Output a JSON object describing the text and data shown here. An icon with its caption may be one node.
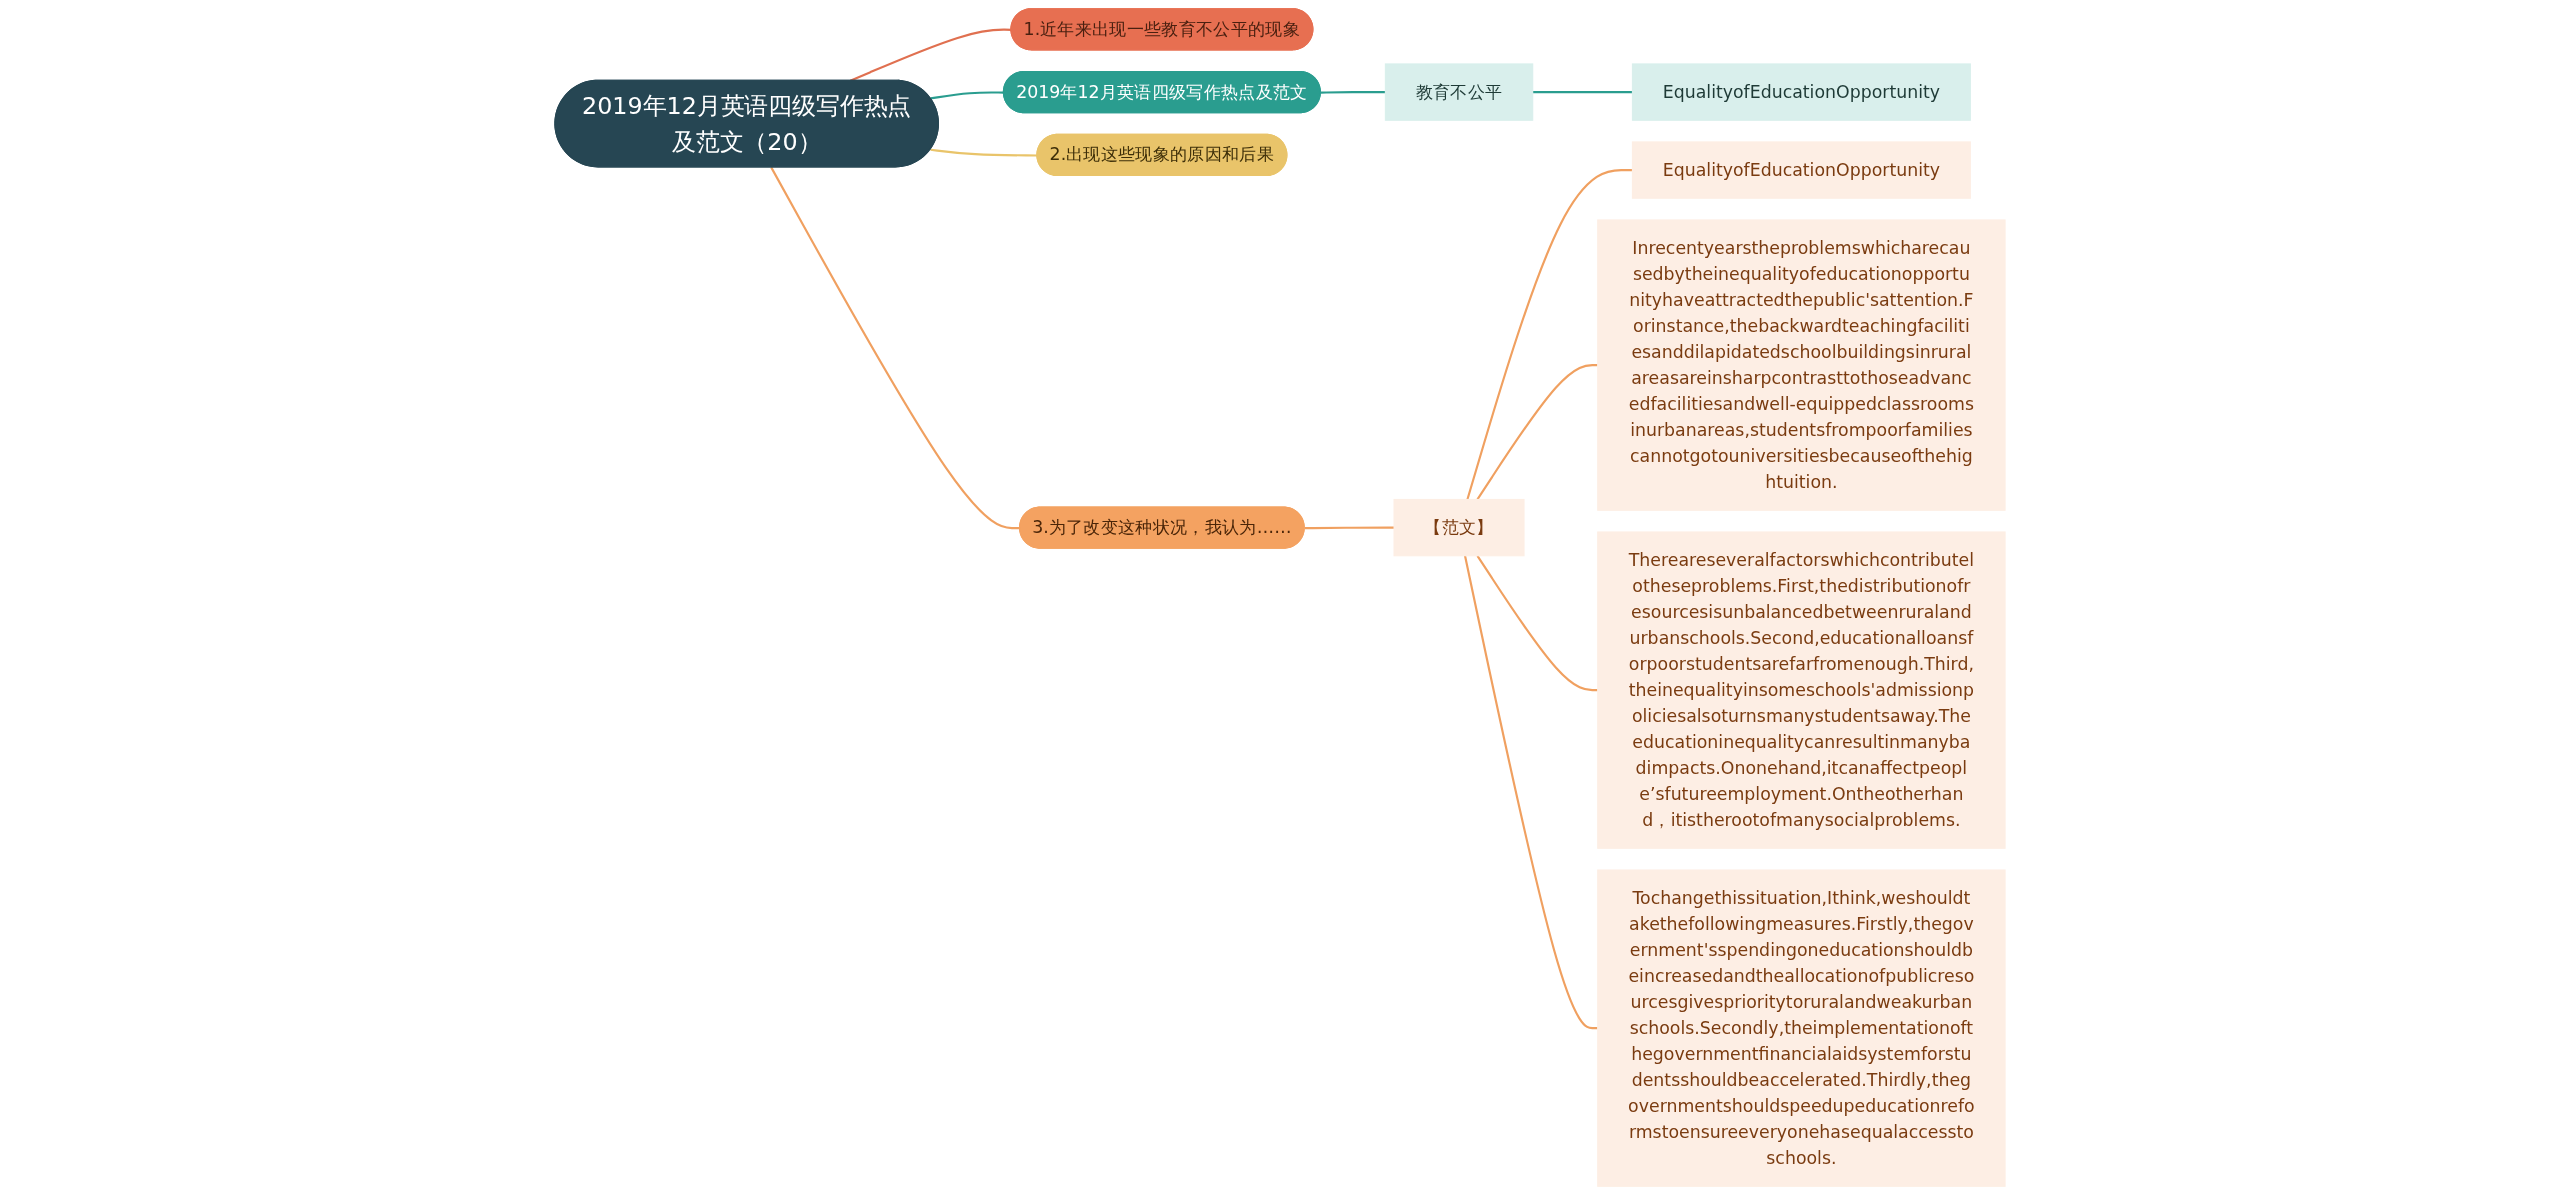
{
  "diagram": {
    "nodes": [
      {
        "text": [
          "2019年12月英语四级写作热点及范文（20）"
        ]
      },
      {
        "text": [
          "1.近年来出现一些教育不公平的现象"
        ]
      },
      {
        "text": [
          "2019年12月英语四级写作热点及范文"
        ]
      },
      {
        "text": [
          "教育不公平"
        ]
      },
      {
        "text": [
          "EqualityofEducationOpportunity"
        ]
      },
      {
        "text": [
          "2.出现这些现象的原因和后果"
        ]
      },
      {
        "text": [
          "3.为了改变这种状况，我认为……"
        ]
      },
      {
        "text": [
          "【范文】"
        ]
      },
      {
        "text": [
          "EqualityofEducationOpportunity"
        ]
      },
      {
        "text": [
          "Inrecentyearstheproblemswhicharecausedbytheinequalityofeducationopportunityhaveattractedthepublic'sattention.Forinstance,thebackwardteachingfacilitiesanddilapidatedschoolbuildingsinruralareasareinsharpcontrasttothoseadvancedfacilitiesandwell-equippedclassroomsinurbanareas,studentsfrompoorfamiliescannotgotouniversitiesbecauseofthehightuition."
        ]
      },
      {
        "text": [
          "Thereareseveralfactorswhichcontributelotheseproblems.First,thedistributionofresourcesisunbalancedbetweenruralandurbanschools.Second,educationalloansforpoorstudentsarefarfromenough.Third,theinequalityinsomeschools'admissionpoliciesalsoturnsmanystudentsaway.Theeducationinequalitycanresultinmanybadimpacts.Ononehand,itcanaffectpeople’sfutureemployment.Ontheotherhand，itistherootofmanysocialproblems."
        ]
      },
      {
        "text": [
          "Tochangethissituation,Ithink,weshouldtakethefollowingmeasures.Firstly,thegovernment'sspendingoneducationshouldbeincreasedandtheallocationofpublicresourcesgivesprioritytoruralandweakurbanschools.Secondly,theimplementationofthegovernmentfinancialaidsystemforstudentsshouldbeaccelerated.Thirdly,thegovernmentshouldspeedupeducationreformstoensureeveryonehasequalaccesstoschools."
        ]
      }
    ],
    "edges": [
      {
        "from": 0,
        "to": 1,
        "arrow": "none",
        "color": "#e07050"
      },
      {
        "from": 0,
        "to": 2,
        "arrow": "none",
        "color": "#2a9d8f"
      },
      {
        "from": 2,
        "to": 3,
        "arrow": "none",
        "color": "#2a9d8f"
      },
      {
        "from": 3,
        "to": 4,
        "arrow": "none",
        "color": "#2a9d8f"
      },
      {
        "from": 0,
        "to": 5,
        "arrow": "none",
        "color": "#e9c46a"
      },
      {
        "from": 0,
        "to": 6,
        "arrow": "none"
      },
      {
        "from": 6,
        "to": 7,
        "arrow": "none"
      },
      {
        "from": 7,
        "to": 8,
        "arrow": "none"
      },
      {
        "from": 7,
        "to": 9,
        "arrow": "none"
      },
      {
        "from": 7,
        "to": 10,
        "arrow": "none"
      },
      {
        "from": 7,
        "to": 11,
        "arrow": "none"
      }
    ]
  }
}
